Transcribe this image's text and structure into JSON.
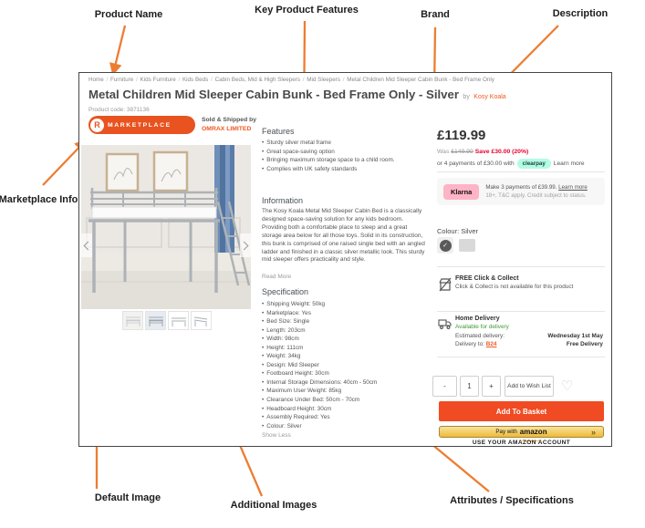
{
  "annotations": {
    "product_name": "Product Name",
    "key_product_features": "Key Product Features",
    "brand": "Brand",
    "description": "Description",
    "marketplace_info": "Marketplace Info",
    "default_image": "Default Image",
    "additional_images": "Additional Images",
    "attributes_specifications": "Attributes / Specifications"
  },
  "breadcrumb": [
    "Home",
    "Furniture",
    "Kids Furniture",
    "Kids Beds",
    "Cabin Beds, Mid & High Sleepers",
    "Mid Sleepers",
    "Metal Children Mid Sleeper Cabin Bunk - Bed Frame Only"
  ],
  "product": {
    "title": "Metal Children Mid Sleeper Cabin Bunk - Bed Frame Only - Silver",
    "by_label": "by",
    "brand": "Kosy Koala",
    "code": "Product code: 3871136"
  },
  "marketplace": {
    "badge_r": "R",
    "badge_word": "MARKETPLACE",
    "sold_by_prefix": "Sold & Shipped by ",
    "seller": "OMRAX LIMITED"
  },
  "gallery": {
    "thumbnail_count": 4
  },
  "features": {
    "heading": "Features",
    "items": [
      "Sturdy silver metal frame",
      "Great space-saving option",
      "Bringing maximum storage space to a child room.",
      "Complies with UK safety standards"
    ]
  },
  "information": {
    "heading": "Information",
    "paragraph": "The Kosy Koala Metal Mid Sleeper Cabin Bed is a classically designed space-saving solution for any kids bedroom. Providing both a comfortable place to sleep and a great storage area below for all those toys. Solid in its construction, this bunk is comprised of one raised single bed with an angled ladder and finished in a classic silver metallic look. This sturdy mid sleeper offers practicality and style.",
    "read_more": "Read More"
  },
  "specification": {
    "heading": "Specification",
    "items": [
      "Shipping Weight: 50kg",
      "Marketplace: Yes",
      "Bed Size: Single",
      "Length: 203cm",
      "Width: 98cm",
      "Height: 111cm",
      "Weight: 34kg",
      "Design: Mid Sleeper",
      "Footboard Height: 30cm",
      "Internal Storage Dimensions: 40cm - 50cm",
      "Maximum User Weight: 85kg",
      "Clearance Under Bed: 50cm - 70cm",
      "Headboard Height: 30cm",
      "Assembly Required: Yes",
      "Colour: Silver"
    ],
    "show_less": "Show Less"
  },
  "purchase": {
    "price": "£119.99",
    "was_label": "Was",
    "was_price": "£149.99",
    "save_text": "Save £30.00 (20%)",
    "installments_prefix": "or 4 payments of £30.00 with",
    "clearpay_label": "clearpay",
    "clearpay_learn_more": "Learn more",
    "klarna": {
      "logo": "Klarna",
      "line1": "Make 3 payments of £39.99.",
      "line1_link": "Learn more",
      "line2": "18+, T&C apply. Credit subject to status."
    },
    "colour_label": "Colour: Silver",
    "swatch_check": "✓",
    "click_collect": {
      "title": "FREE Click & Collect",
      "subtitle": "Click & Collect is not available for this product"
    },
    "delivery": {
      "title": "Home Delivery",
      "availability": "Available for delivery",
      "estimated_label": "Estimated delivery:",
      "estimated_value": "Wednesday 1st May",
      "delivery_to_label": "Delivery to: ",
      "postcode": "B24",
      "free_delivery": "Free Delivery"
    },
    "quantity": {
      "minus": "-",
      "value": "1",
      "plus": "+"
    },
    "wishlist_label": "Add to Wish List",
    "heart_icon": "♡",
    "add_to_basket": "Add To Basket",
    "amazon": {
      "pay_with": "Pay with",
      "word": "amazon",
      "chevrons": "»",
      "footer": "USE YOUR AMAZON ACCOUNT"
    }
  },
  "colors": {
    "accent_orange": "#EE5A22",
    "annotation_arrow": "#ED7D31",
    "sale_red": "#E4032E",
    "delivery_green": "#3F9C35",
    "klarna_pink": "#FFB3C7",
    "clearpay_mint": "#B2FCE4",
    "basket_orange": "#F04B23",
    "amazon_gold": "#F0C14B"
  }
}
